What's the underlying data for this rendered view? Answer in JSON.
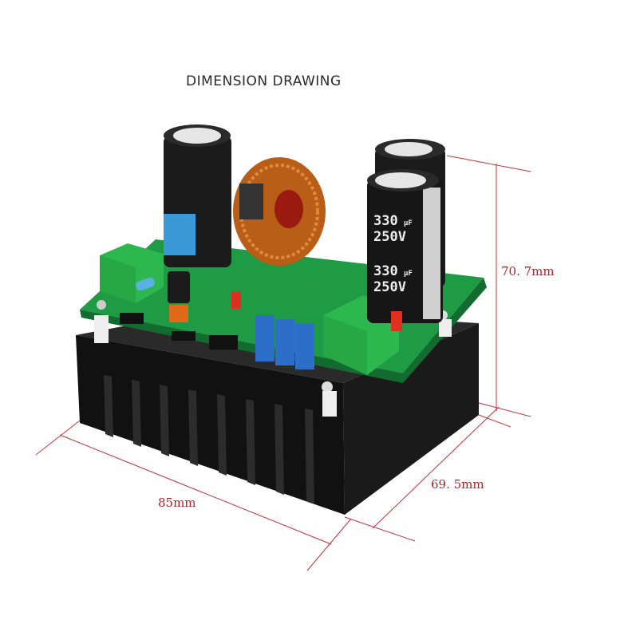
{
  "title": "DIMENSION DRAWING",
  "dimensions": {
    "height": "70. 7mm",
    "depth": "69. 5mm",
    "width": "85mm"
  },
  "capacitor_labels": {
    "value": "330",
    "unit": "μF",
    "voltage": "250V"
  },
  "colors": {
    "dimension_line": "#c4323a",
    "pcb": "#1f9a45",
    "heatsink": "#141414",
    "coil": "#c86a1e"
  }
}
